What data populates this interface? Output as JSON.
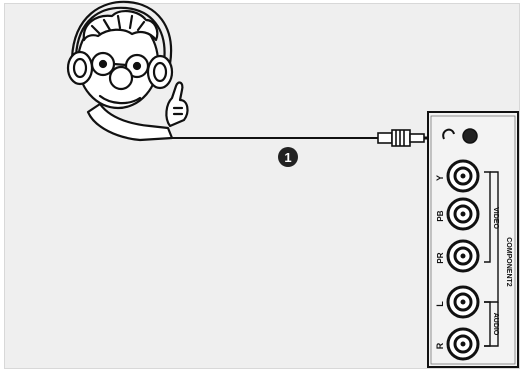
{
  "callout": {
    "number": "1"
  },
  "panel": {
    "jacks": [
      {
        "id": "y",
        "label": "Y"
      },
      {
        "id": "pb",
        "label": "PB"
      },
      {
        "id": "pr",
        "label": "PR"
      },
      {
        "id": "l",
        "label": "L"
      },
      {
        "id": "r",
        "label": "R"
      }
    ],
    "video_group_label": "VIDEO",
    "audio_group_label": "AUDIO",
    "component_group_label": "COMPONENT2"
  },
  "colors": {
    "background": "#efefef",
    "panel": "#f3f3f3",
    "line": "#111111",
    "callout": "#222222"
  },
  "icons": [
    "headphone-person-icon",
    "headphone-jack-icon",
    "cable-plug-icon"
  ]
}
